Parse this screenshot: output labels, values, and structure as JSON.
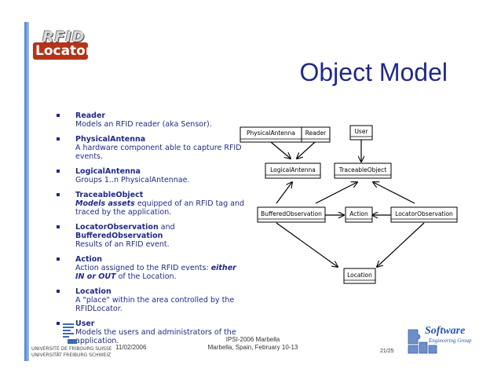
{
  "logo": {
    "top": "RFID",
    "bottom": "Locator"
  },
  "title": "Object Model",
  "bullets": [
    {
      "name": "Reader",
      "desc": "Models an RFID reader (aka Sensor)."
    },
    {
      "name": "PhysicalAntenna",
      "desc": "A hardware component able to capture RFID events."
    },
    {
      "name": "LogicalAntenna",
      "desc": "Groups 1..n PhysicalAntennae."
    },
    {
      "name": "TraceableObject",
      "desc_em": "Models assets",
      "desc": " equipped of an RFID tag and traced by the application."
    },
    {
      "name_a": "LocatorObservation",
      "name_mid": " and ",
      "name_b": "BufferedObservation",
      "desc": "Results of an RFID event."
    },
    {
      "name": "Action",
      "desc": "Action assigned to the RFID events: ",
      "desc_em": "either IN or OUT",
      "desc_tail": " of the Location."
    },
    {
      "name": "Location",
      "desc": "A \"place\" within the area controlled by the RFIDLocator."
    },
    {
      "name": "User",
      "desc": "Models the users and administrators of the application."
    }
  ],
  "diagram": {
    "physical_antenna": "PhysicalAntenna",
    "reader": "Reader",
    "user": "User",
    "logical_antenna": "LogicalAntenna",
    "traceable_object": "TraceableObject",
    "buffered_observation": "BufferedObservation",
    "action": "Action",
    "locator_observation": "LocatorObservation",
    "location": "Location"
  },
  "footer": {
    "university_line1": "UNIVERSITÉ DE FRIBOURG SUISSE",
    "university_line2": "UNIVERSITÄT FREIBURG SCHWEIZ",
    "date": "11/02/2006",
    "conference_line1": "IPSI-2006 Marbella",
    "conference_line2": "Marbella, Spain, February 10-13",
    "page": "21/25",
    "group_name": "Software",
    "group_sub": "Engineering Group"
  }
}
